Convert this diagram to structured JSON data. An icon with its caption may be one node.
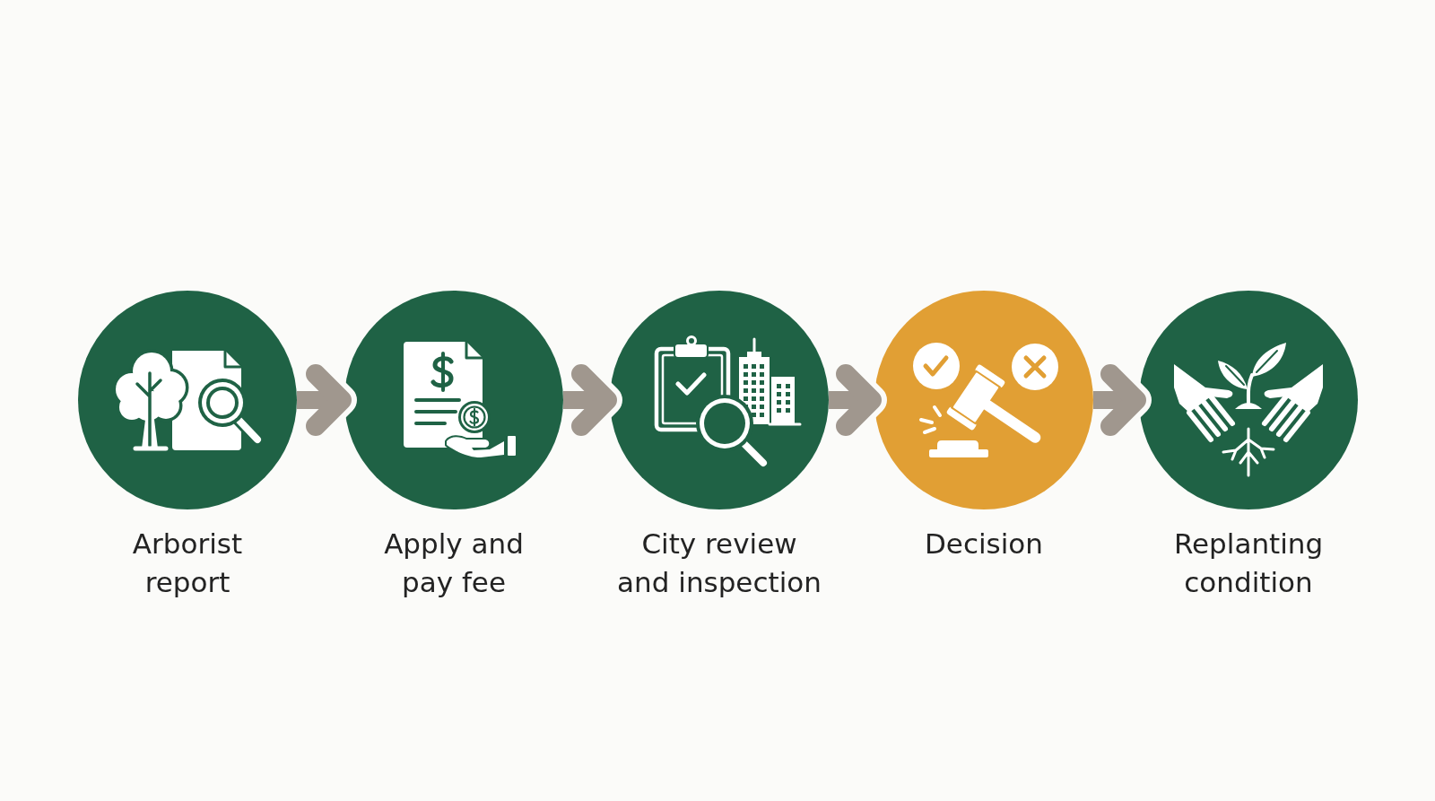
{
  "diagram": {
    "nodes": [
      {
        "text": [
          "Arborist report"
        ]
      },
      {
        "text": [
          "Apply and pay fee"
        ]
      },
      {
        "text": [
          "City review and inspection"
        ]
      },
      {
        "text": [
          "Decision"
        ]
      },
      {
        "text": [
          "Replanting condition"
        ]
      }
    ],
    "edges": [
      {
        "from": 0,
        "to": 1,
        "arrow": "to"
      },
      {
        "from": 1,
        "to": 2,
        "arrow": "to"
      },
      {
        "from": 2,
        "to": 3,
        "arrow": "to"
      },
      {
        "from": 3,
        "to": 4,
        "arrow": "to"
      }
    ]
  }
}
